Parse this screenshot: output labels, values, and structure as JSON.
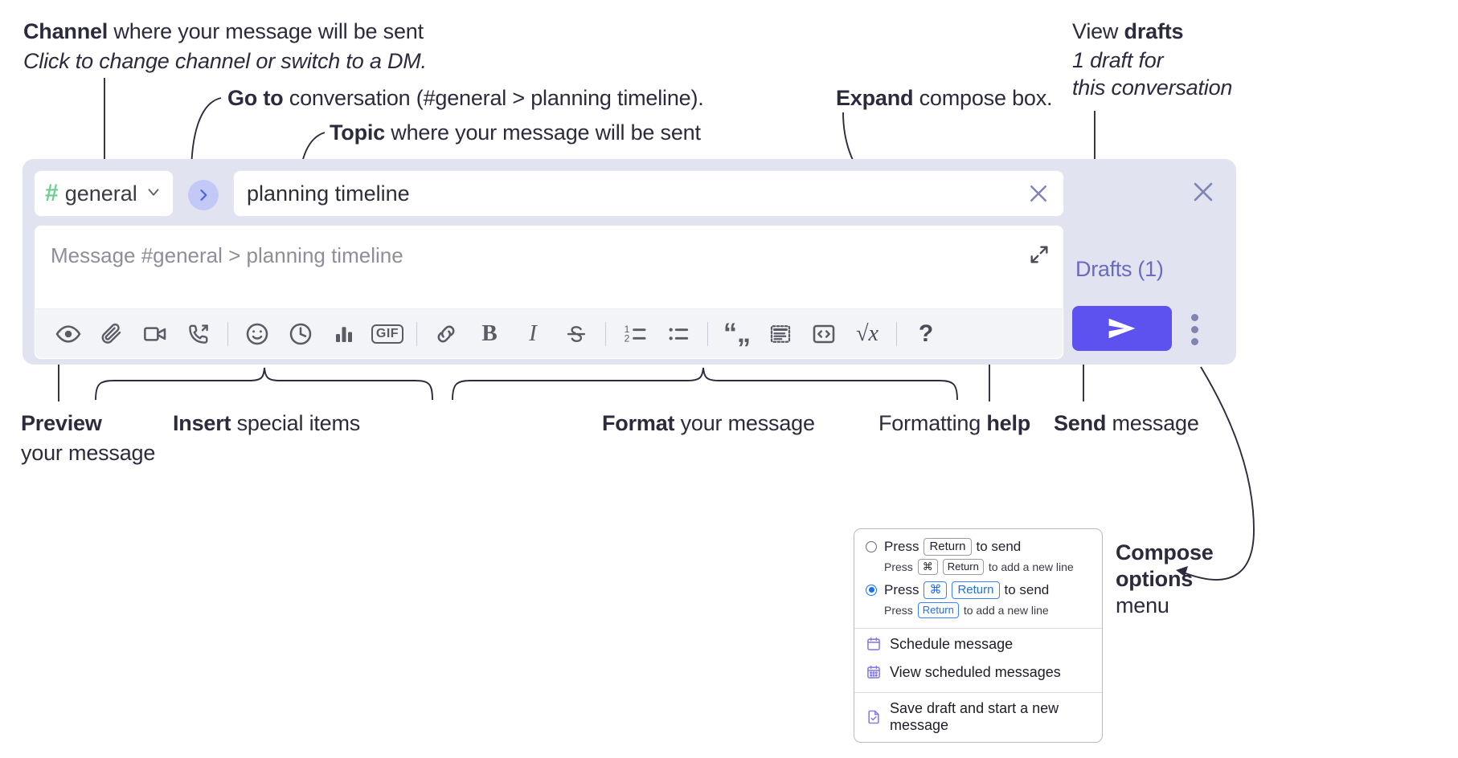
{
  "annotations": {
    "channel": {
      "bold": "Channel",
      "rest": " where your message will be sent",
      "sub": "Click to change channel or switch to a DM."
    },
    "goto": {
      "bold": "Go to",
      "rest": " conversation (#general > planning timeline)."
    },
    "topic": {
      "bold": "Topic",
      "rest": " where your message will be sent"
    },
    "expand": {
      "bold": "Expand",
      "rest": " compose box."
    },
    "drafts": {
      "lead": "View ",
      "bold": "drafts",
      "sub1": "1 draft for",
      "sub2": "this conversation"
    },
    "preview": {
      "bold": "Preview",
      "sub": "your message"
    },
    "insert": {
      "bold": "Insert",
      "rest": " special items"
    },
    "format": {
      "bold": "Format",
      "rest": " your message"
    },
    "help": {
      "lead": "Formatting ",
      "bold": "help"
    },
    "send": {
      "bold": "Send",
      "rest": " message"
    },
    "compose_options": {
      "bold1": "Compose",
      "bold2": "options",
      "rest": "menu"
    }
  },
  "composer": {
    "channel": {
      "hash": "#",
      "name": "general",
      "caret_icon": "chevron-down-icon"
    },
    "goto_button": {
      "icon": "chevron-right-icon",
      "accent": "#c3c9f7"
    },
    "topic": {
      "value": "planning timeline",
      "clear_icon": "close-icon"
    },
    "message": {
      "placeholder": "Message #general > planning timeline",
      "value": "",
      "expand_icon": "expand-diagonal-icon"
    },
    "panel_close_icon": "close-icon",
    "drafts_label": "Drafts (1)",
    "send": {
      "icon": "send-paper-plane-icon",
      "color": "#5d52f0"
    },
    "overflow_icon": "kebab-vertical-icon",
    "toolbar": [
      {
        "name": "preview-icon",
        "type": "icon"
      },
      {
        "name": "attachment-paperclip-icon",
        "type": "icon"
      },
      {
        "name": "video-camera-icon",
        "type": "icon"
      },
      {
        "name": "phone-forward-icon",
        "type": "icon"
      },
      {
        "name": "divider",
        "type": "sep"
      },
      {
        "name": "emoji-smiley-icon",
        "type": "icon"
      },
      {
        "name": "clock-icon",
        "type": "icon"
      },
      {
        "name": "poll-bar-chart-icon",
        "type": "icon"
      },
      {
        "name": "gif-icon",
        "type": "text",
        "label": "GIF"
      },
      {
        "name": "divider",
        "type": "sep"
      },
      {
        "name": "link-icon",
        "type": "icon"
      },
      {
        "name": "bold-icon",
        "type": "text",
        "label": "B"
      },
      {
        "name": "italic-icon",
        "type": "text",
        "label": "I"
      },
      {
        "name": "strikethrough-icon",
        "type": "icon"
      },
      {
        "name": "divider",
        "type": "sep"
      },
      {
        "name": "ordered-list-icon",
        "type": "icon"
      },
      {
        "name": "bulleted-list-icon",
        "type": "icon"
      },
      {
        "name": "divider",
        "type": "sep"
      },
      {
        "name": "blockquote-icon",
        "type": "text",
        "label": "“„"
      },
      {
        "name": "code-block-icon",
        "type": "icon"
      },
      {
        "name": "inline-code-icon",
        "type": "icon"
      },
      {
        "name": "math-formula-icon",
        "type": "text",
        "label": "√x"
      },
      {
        "name": "divider",
        "type": "sep"
      },
      {
        "name": "formatting-help-icon",
        "type": "text",
        "label": "?"
      }
    ]
  },
  "menu": {
    "options": [
      {
        "selected": false,
        "pre": "Press",
        "keys": [
          "Return"
        ],
        "post": "to send",
        "sub_pre": "Press",
        "sub_keys": [
          "⌘",
          "Return"
        ],
        "sub_post": "to add a new line"
      },
      {
        "selected": true,
        "pre": "Press",
        "keys": [
          "⌘",
          "Return"
        ],
        "post": "to send",
        "sub_pre": "Press",
        "sub_keys": [
          "Return"
        ],
        "sub_post": "to add a new line"
      }
    ],
    "items": [
      {
        "icon": "calendar-schedule-icon",
        "label": "Schedule message"
      },
      {
        "icon": "calendar-grid-icon",
        "label": "View scheduled messages"
      },
      {
        "icon": "save-draft-icon",
        "label": "Save draft and start a new message"
      }
    ]
  },
  "colors": {
    "panel_bg": "#e2e3f0",
    "send_purple": "#5d52f0",
    "channel_green": "#6ccf8e",
    "goto_blue": "#4f63d8",
    "drafts_text": "#6a6ac0",
    "radio_blue": "#1473e6",
    "menu_icon_purple": "#8a7ee0"
  }
}
